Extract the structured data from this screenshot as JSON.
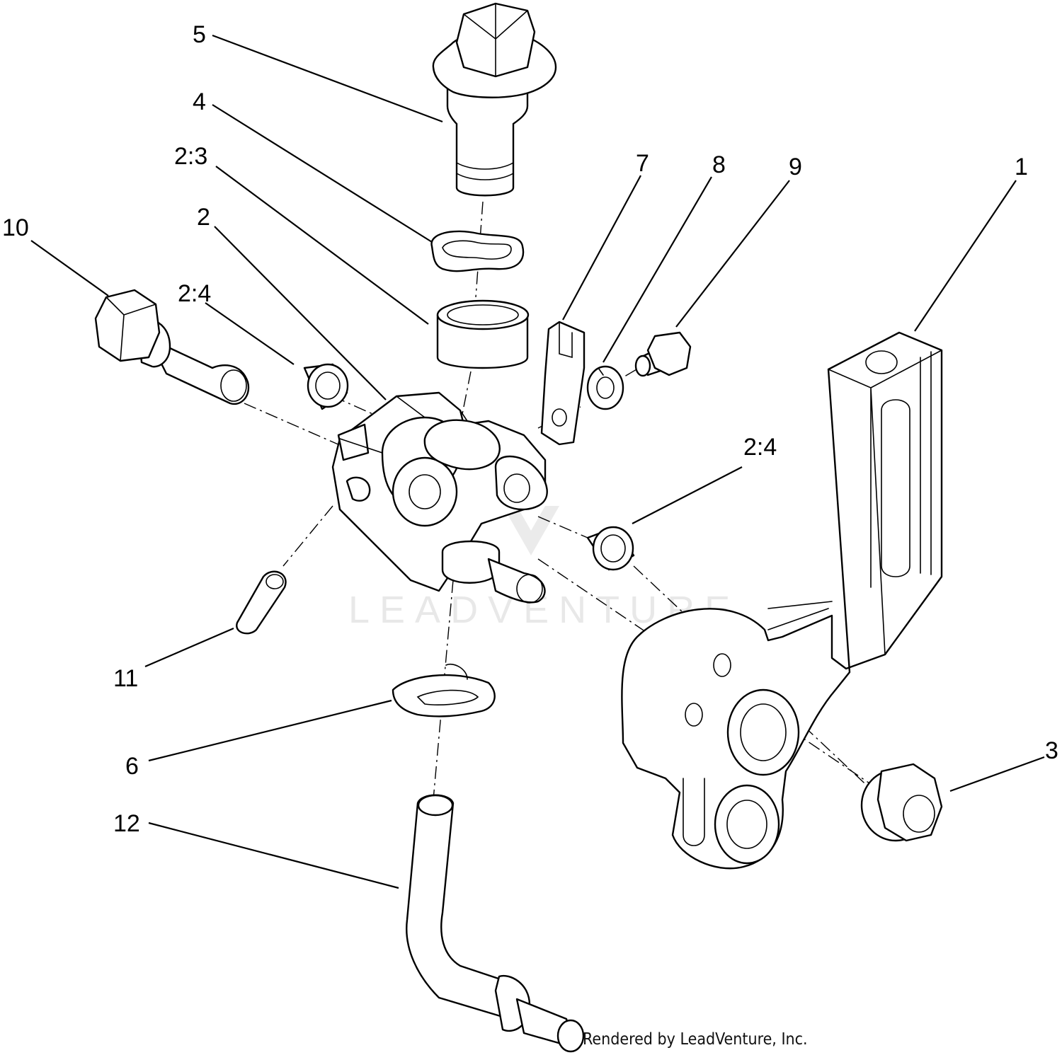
{
  "callouts": {
    "c1": "1",
    "c2": "2",
    "c2_3": "2:3",
    "c2_4_left": "2:4",
    "c2_4_right": "2:4",
    "c3": "3",
    "c4": "4",
    "c5": "5",
    "c6": "6",
    "c7": "7",
    "c8": "8",
    "c9": "9",
    "c10": "10",
    "c11": "11",
    "c12": "12"
  },
  "watermark": "LEADVENTURE",
  "credit": "Rendered by LeadVenture, Inc.",
  "colors": {
    "line": "#000000",
    "background": "#ffffff"
  }
}
